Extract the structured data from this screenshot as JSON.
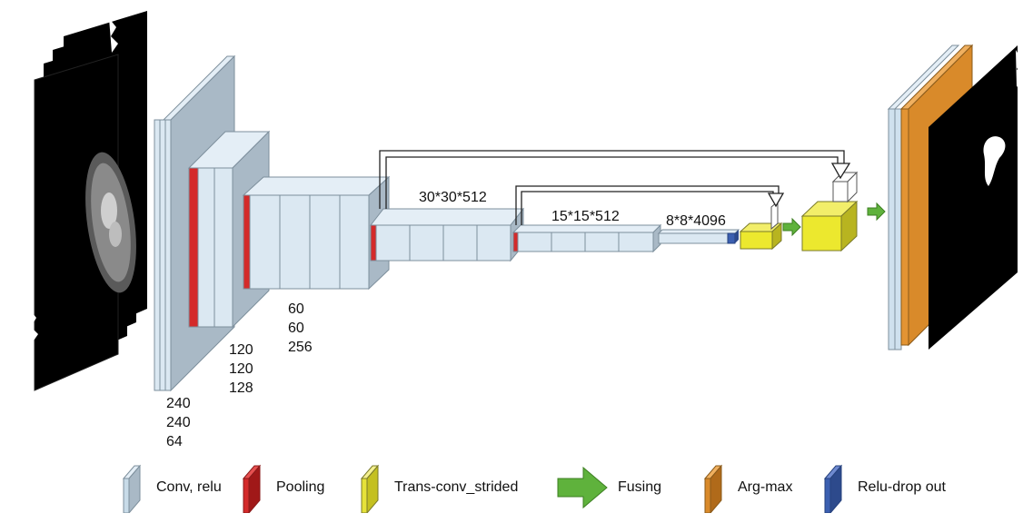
{
  "labels": {
    "conv1_dims": [
      "240",
      "240",
      "64"
    ],
    "conv2_dims": [
      "120",
      "120",
      "128"
    ],
    "conv3_dims": [
      "60",
      "60",
      "256"
    ],
    "conv4": "30*30*512",
    "conv5": "15*15*512",
    "fc": "8*8*4096"
  },
  "legend": [
    {
      "label": "Conv, relu",
      "icon": "conv-relu-swatch",
      "color": "#c8dbe8"
    },
    {
      "label": "Pooling",
      "icon": "pooling-swatch",
      "color": "#d42a2a"
    },
    {
      "label": "Trans-conv_strided",
      "icon": "trans-conv-swatch",
      "color": "#e6e23a"
    },
    {
      "label": "Fusing",
      "icon": "fusing-arrow-icon",
      "color": "#5fb23c"
    },
    {
      "label": "Arg-max",
      "icon": "arg-max-swatch",
      "color": "#d98a2a"
    },
    {
      "label": "Relu-drop out",
      "icon": "relu-dropout-swatch",
      "color": "#3b5fb0"
    }
  ],
  "colors": {
    "conv": "#cde0ee",
    "conv_side": "#9fb1bf",
    "pool": "#d42a2a",
    "trans": "#ece82e",
    "fuse": "#5fb23c",
    "argmax": "#d98a2a",
    "dropout": "#3b5fb0",
    "image": "#000000"
  }
}
